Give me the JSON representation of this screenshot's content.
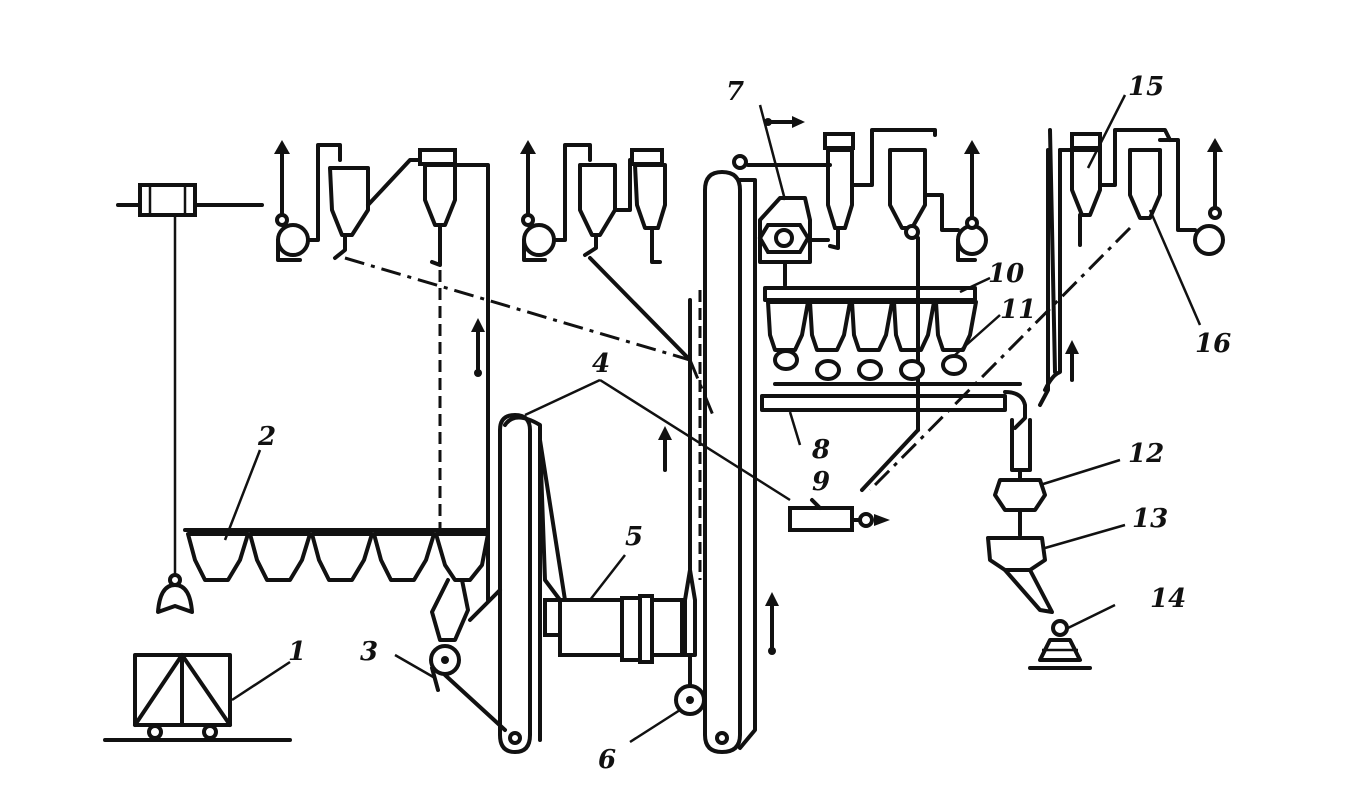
{
  "labels": {
    "l1": "1",
    "l2": "2",
    "l3": "3",
    "l4": "4",
    "l5": "5",
    "l6": "6",
    "l7": "7",
    "l8": "8",
    "l9": "9",
    "l10": "10",
    "l11": "11",
    "l12": "12",
    "l13": "13",
    "l14": "14",
    "l15": "15",
    "l16": "16"
  }
}
